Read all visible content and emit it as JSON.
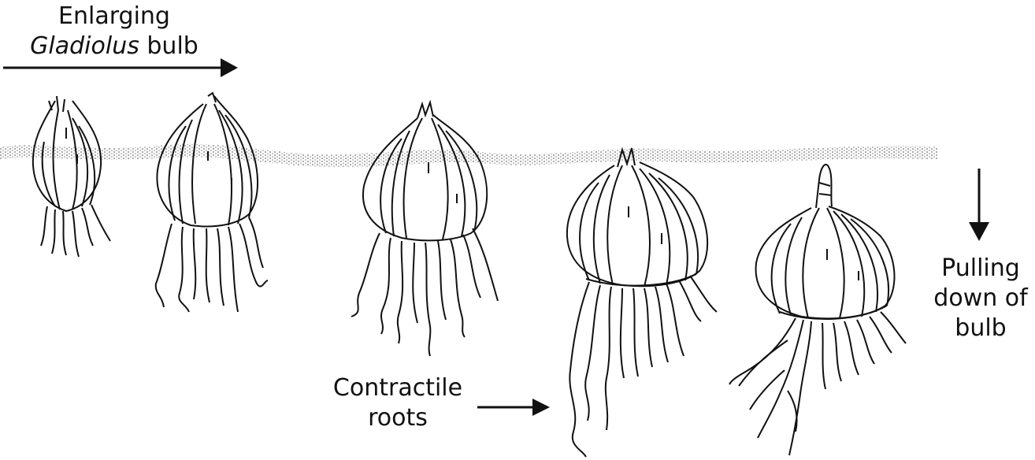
{
  "labels": {
    "enlarging_line1": "Enlarging",
    "enlarging_genus": "Gladiolus",
    "enlarging_tail": "bulb",
    "contractile_line1": "Contractile",
    "contractile_line2": "roots",
    "pulling_line1": "Pulling",
    "pulling_line2": "down of",
    "pulling_line3": "bulb"
  },
  "stages": [
    {
      "stage": 1
    },
    {
      "stage": 2
    },
    {
      "stage": 3
    },
    {
      "stage": 4
    },
    {
      "stage": 5
    }
  ],
  "colors": {
    "ink": "#111111",
    "background": "#ffffff",
    "soil": "#555555"
  }
}
